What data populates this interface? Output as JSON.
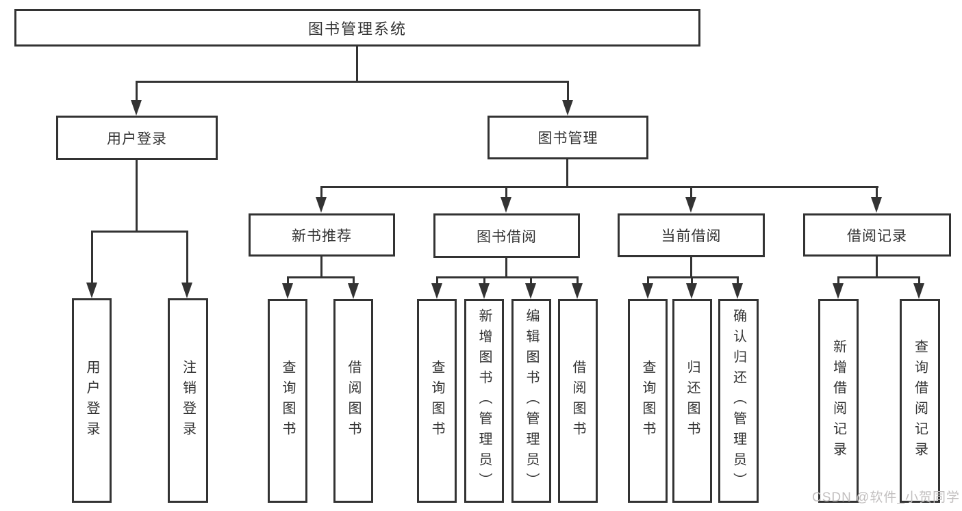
{
  "root": {
    "label": "图书管理系统"
  },
  "level2": [
    {
      "label": "用户登录"
    },
    {
      "label": "图书管理"
    }
  ],
  "user_login_children": [
    "用户登录",
    "注销登录"
  ],
  "level3": [
    {
      "label": "新书推荐",
      "children": [
        "查询图书",
        "借阅图书"
      ]
    },
    {
      "label": "图书借阅",
      "children": [
        "查询图书",
        "新增图书（管理员）",
        "编辑图书（管理员）",
        "借阅图书"
      ]
    },
    {
      "label": "当前借阅",
      "children": [
        "查询图书",
        "归还图书",
        "确认归还（管理员）"
      ]
    },
    {
      "label": "借阅记录",
      "children": [
        "新增借阅记录",
        "查询借阅记录"
      ]
    }
  ],
  "watermark": "CSDN @软件_小贺同学",
  "colors": {
    "line": "#333333",
    "text": "#333333",
    "box_fill": "#ffffff",
    "watermark": "#c2bfbf"
  }
}
